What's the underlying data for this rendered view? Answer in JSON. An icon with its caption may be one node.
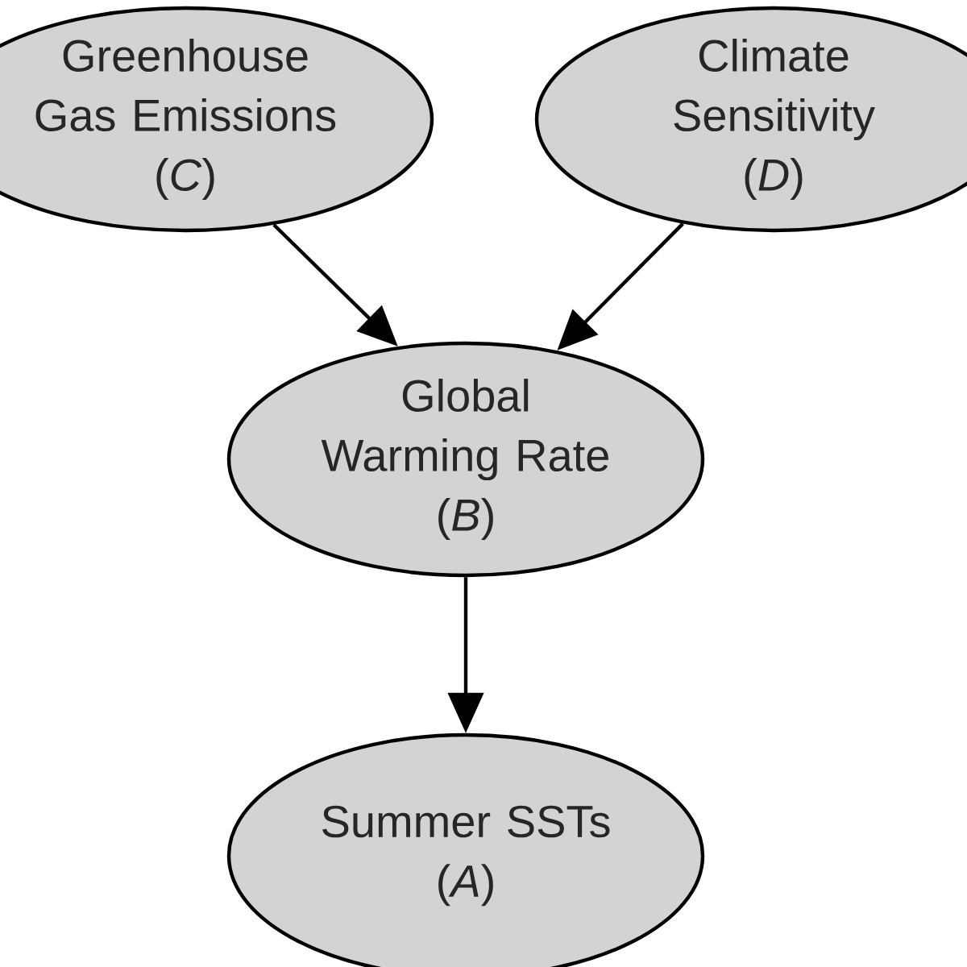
{
  "diagram": {
    "nodes": [
      {
        "text": [
          "Greenhouse Gas Emissions",
          "(*C*)"
        ]
      },
      {
        "text": [
          "Climate Sensitivity",
          "(*D*)"
        ]
      },
      {
        "text": [
          "Global Warming Rate",
          "(*B*)"
        ]
      },
      {
        "text": [
          "Summer SSTs",
          "(*A*)"
        ]
      }
    ],
    "edges": [
      {
        "from": 0,
        "to": 2,
        "arrow": "to"
      },
      {
        "from": 1,
        "to": 2,
        "arrow": "to"
      },
      {
        "from": 2,
        "to": 3,
        "arrow": "to"
      }
    ]
  }
}
